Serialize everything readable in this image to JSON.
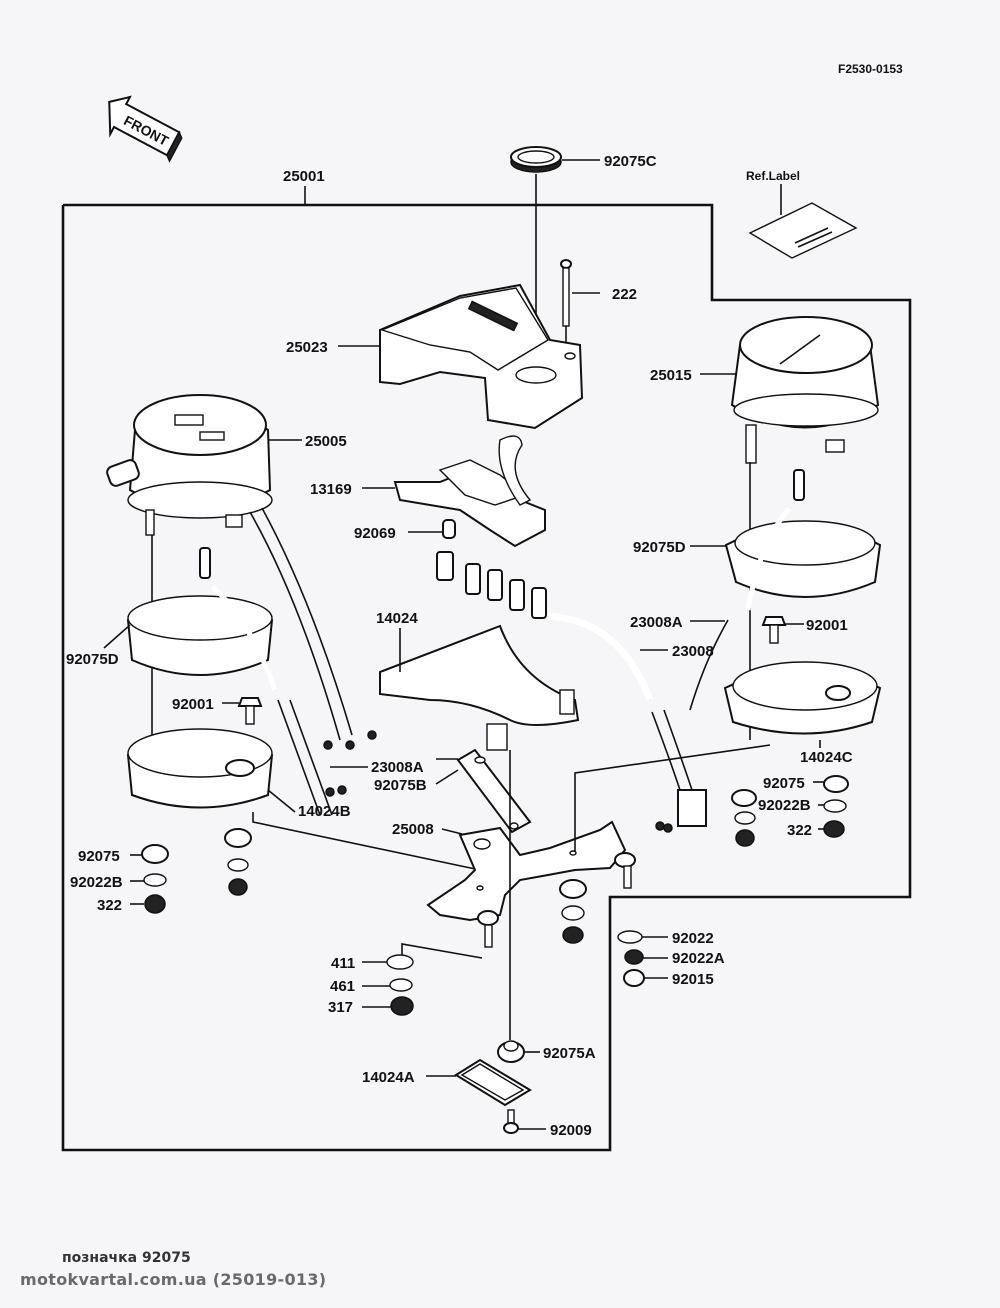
{
  "diagram": {
    "figure_code": "F2530-0153",
    "front_arrow": "FRONT",
    "ref_label": "Ref.Label",
    "parts": {
      "p25001": "25001",
      "p92075C": "92075C",
      "p222": "222",
      "p25023": "25023",
      "p25015": "25015",
      "p25005": "25005",
      "p13169": "13169",
      "p92069": "92069",
      "p92075D_left": "92075D",
      "p92075D_right": "92075D",
      "p14024": "14024",
      "p23008A_right": "23008A",
      "p23008": "23008",
      "p92001_right": "92001",
      "p92001_left": "92001",
      "p23008A_left": "23008A",
      "p92075B": "92075B",
      "p14024B": "14024B",
      "p14024C": "14024C",
      "p92075_right": "92075",
      "p92022B_right": "92022B",
      "p322_right": "322",
      "p25008": "25008",
      "p92075_left": "92075",
      "p92022B_left": "92022B",
      "p322_left": "322",
      "p92022": "92022",
      "p92022A": "92022A",
      "p92015": "92015",
      "p411": "411",
      "p461": "461",
      "p317": "317",
      "p92075A": "92075A",
      "p14024A": "14024A",
      "p92009": "92009"
    }
  },
  "footer": {
    "caption": "позначка 92075",
    "source": "motokvartal.com.ua (25019-013)"
  }
}
